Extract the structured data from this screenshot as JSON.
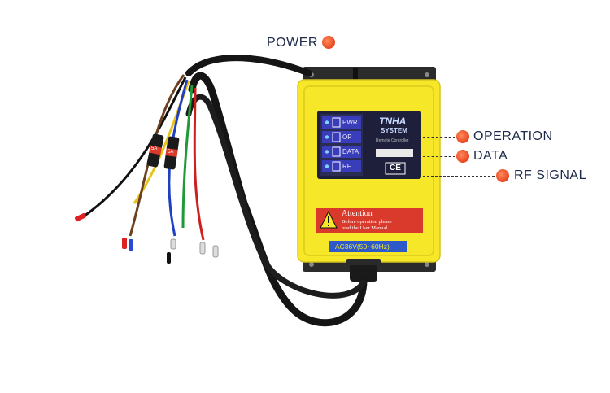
{
  "callouts": {
    "power": "POWER",
    "operation": "OPERATION",
    "data": "DATA",
    "rf_signal": "RF SIGNAL"
  },
  "panel": {
    "brand": "TNHA",
    "system": "SYSTEM",
    "subtitle": "Remote Controller",
    "leds": [
      "PWR",
      "OP",
      "DATA",
      "RF"
    ],
    "ce_mark": "CE"
  },
  "attention": {
    "title": "Attention",
    "line1": "Before operation please",
    "line2": "read the User Manual."
  },
  "voltage": "AC36V(50~60Hz)",
  "wire_tags": [
    "5A",
    "5A"
  ],
  "colors": {
    "housing_yellow": "#f6e829",
    "panel_dark": "#1e1f3a",
    "callout_dot": "#e8451f",
    "warning_red": "#d93a2b"
  }
}
